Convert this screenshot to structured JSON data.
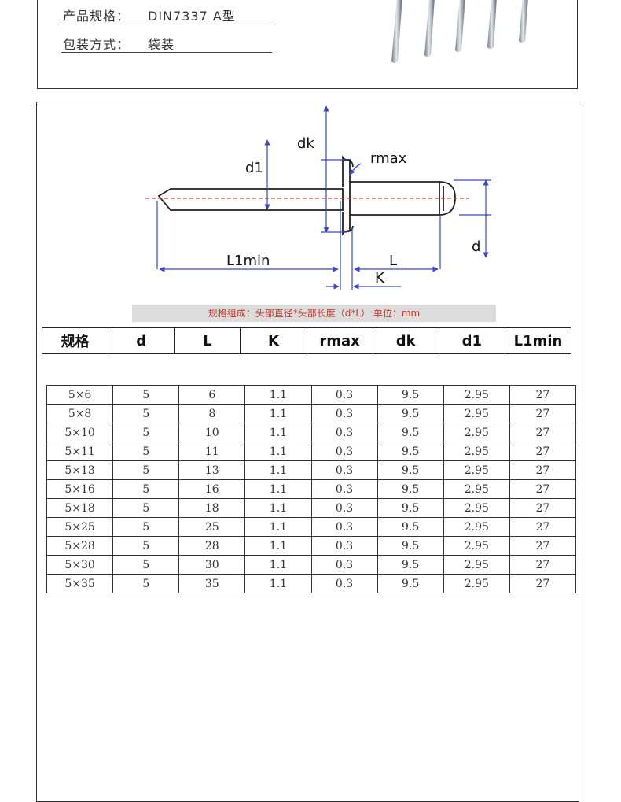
{
  "product": {
    "spec_label": "产品规格：",
    "spec_value": "DIN7337 A型",
    "pack_label": "包装方式：",
    "pack_value": "袋装"
  },
  "diagram": {
    "labels": {
      "dk": "dk",
      "d1": "d1",
      "rmax": "rmax",
      "d": "d",
      "L1min": "L1min",
      "L": "L",
      "K": "K"
    }
  },
  "caption": "规格组成：头部直径*头部长度（d*L） 单位：mm",
  "table": {
    "headers": [
      "规格",
      "d",
      "L",
      "K",
      "rmax",
      "dk",
      "d1",
      "L1min"
    ],
    "rows": [
      [
        "5×6",
        "5",
        "6",
        "1.1",
        "0.3",
        "9.5",
        "2.95",
        "27"
      ],
      [
        "5×8",
        "5",
        "8",
        "1.1",
        "0.3",
        "9.5",
        "2.95",
        "27"
      ],
      [
        "5×10",
        "5",
        "10",
        "1.1",
        "0.3",
        "9.5",
        "2.95",
        "27"
      ],
      [
        "5×11",
        "5",
        "11",
        "1.1",
        "0.3",
        "9.5",
        "2.95",
        "27"
      ],
      [
        "5×13",
        "5",
        "13",
        "1.1",
        "0.3",
        "9.5",
        "2.95",
        "27"
      ],
      [
        "5×16",
        "5",
        "16",
        "1.1",
        "0.3",
        "9.5",
        "2.95",
        "27"
      ],
      [
        "5×18",
        "5",
        "18",
        "1.1",
        "0.3",
        "9.5",
        "2.95",
        "27"
      ],
      [
        "5×25",
        "5",
        "25",
        "1.1",
        "0.3",
        "9.5",
        "2.95",
        "27"
      ],
      [
        "5×28",
        "5",
        "28",
        "1.1",
        "0.3",
        "9.5",
        "2.95",
        "27"
      ],
      [
        "5×30",
        "5",
        "30",
        "1.1",
        "0.3",
        "9.5",
        "2.95",
        "27"
      ],
      [
        "5×35",
        "5",
        "35",
        "1.1",
        "0.3",
        "9.5",
        "2.95",
        "27"
      ]
    ]
  }
}
